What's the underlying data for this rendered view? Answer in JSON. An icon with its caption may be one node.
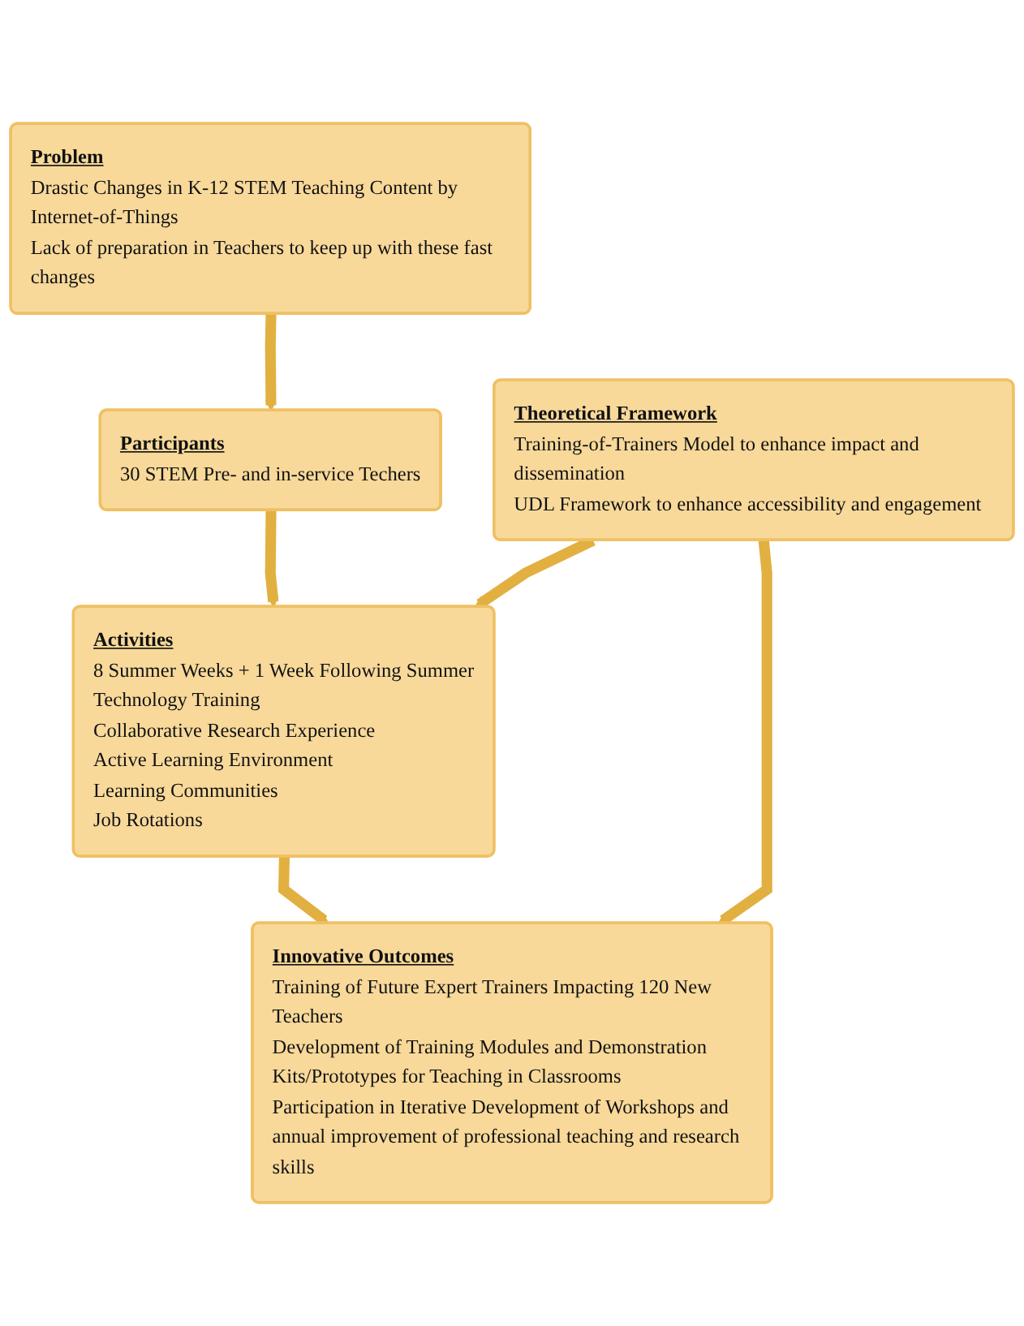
{
  "diagram": {
    "nodes": [
      {
        "text": [
          "Problem",
          "Drastic Changes in K-12 STEM Teaching Content by Internet-of-Things",
          "Lack of preparation in Teachers to keep up with these fast changes"
        ]
      },
      {
        "text": [
          "Participants",
          "30 STEM Pre- and in-service Techers"
        ]
      },
      {
        "text": [
          "Activities",
          "8 Summer Weeks + 1 Week Following Summer",
          "Technology Training",
          "Collaborative Research Experience",
          "Active Learning Environment",
          "Learning Communities",
          "Job Rotations"
        ]
      },
      {
        "text": [
          "Theoretical Framework",
          "Training-of-Trainers Model to enhance impact and dissemination",
          "UDL Framework to enhance accessibility and engagement"
        ]
      },
      {
        "text": [
          "Innovative Outcomes",
          "Training of Future Expert Trainers Impacting 120 New Teachers",
          "Development of Training Modules and Demonstration Kits/Prototypes for Teaching in Classrooms",
          "Participation in Iterative Development of Workshops and annual improvement of professional teaching and research skills"
        ]
      }
    ],
    "edges": [
      {
        "from": 0,
        "to": 1,
        "arrow": "to"
      },
      {
        "from": 1,
        "to": 2,
        "arrow": "to"
      },
      {
        "from": 3,
        "to": 2,
        "arrow": "to"
      },
      {
        "from": 3,
        "to": 4,
        "arrow": "to"
      },
      {
        "from": 2,
        "to": 4,
        "arrow": "to"
      }
    ]
  }
}
